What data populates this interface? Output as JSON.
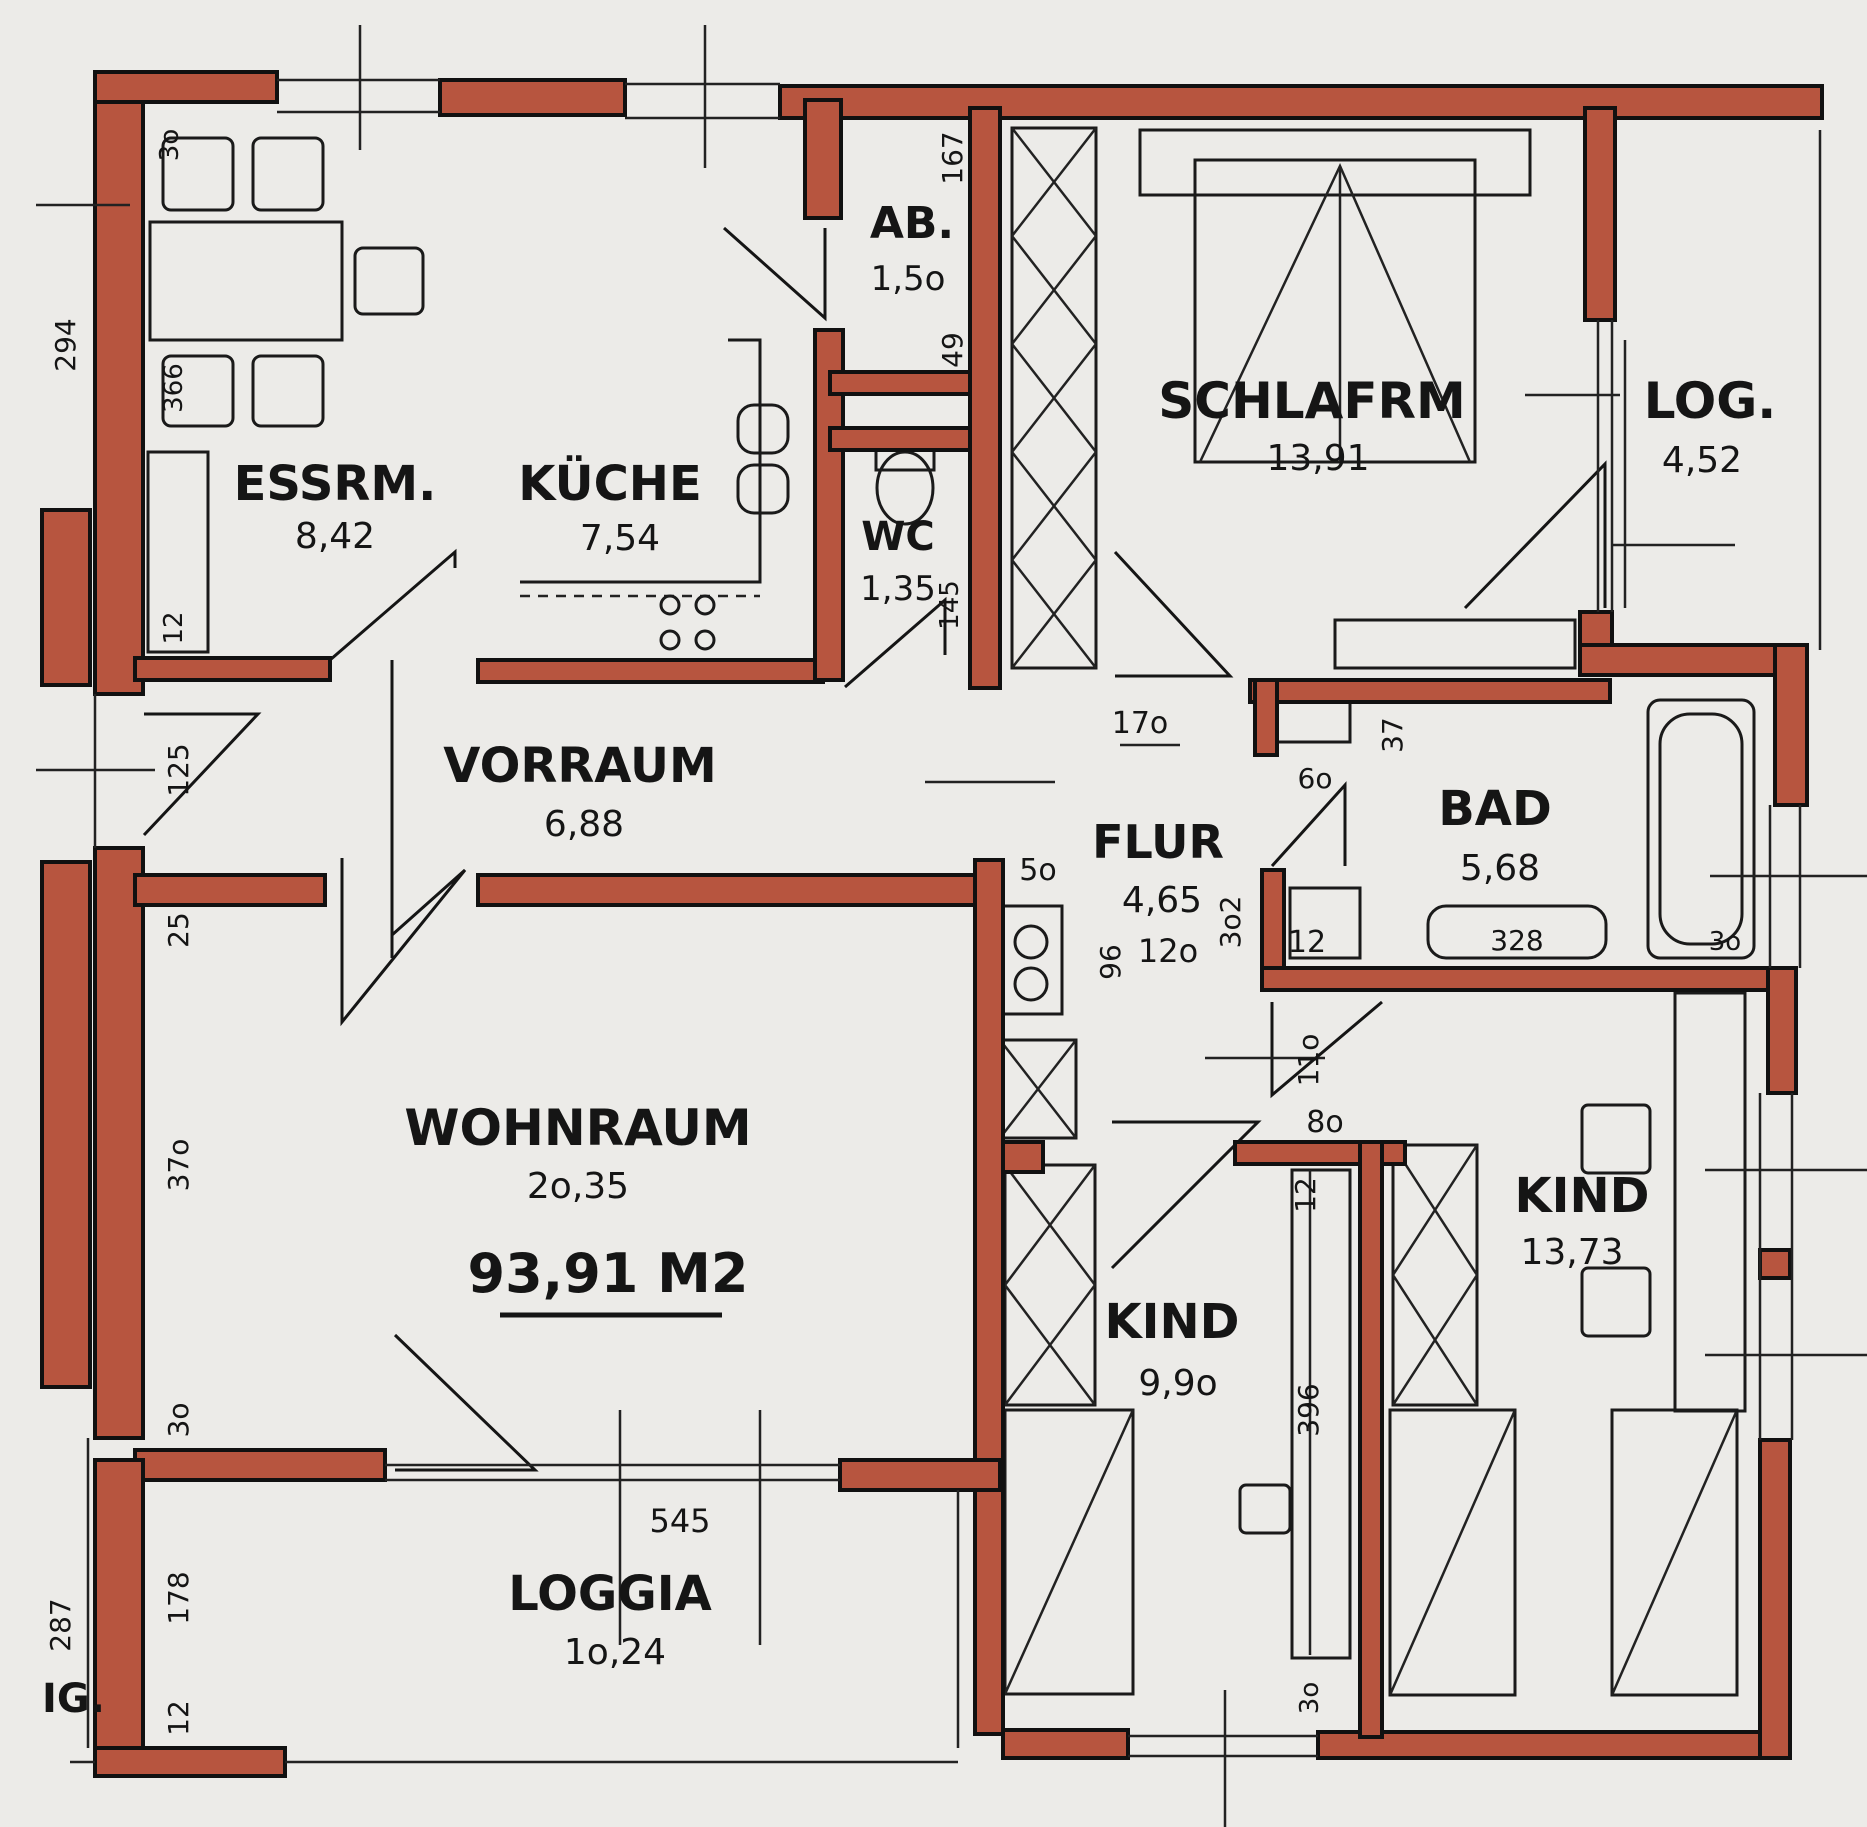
{
  "total_area": "93,91 M2",
  "rooms": {
    "essrm": {
      "name": "ESSRM.",
      "area": "8,42"
    },
    "kueche": {
      "name": "KÜCHE",
      "area": "7,54"
    },
    "ab": {
      "name": "AB.",
      "area": "1,5o"
    },
    "wc": {
      "name": "WC",
      "area": "1,35"
    },
    "schlafrm": {
      "name": "SCHLAFRM",
      "area": "13,91"
    },
    "log": {
      "name": "LOG.",
      "area": "4,52"
    },
    "vorraum": {
      "name": "VORRAUM",
      "area": "6,88"
    },
    "flur": {
      "name": "FLUR",
      "area": "4,65"
    },
    "bad": {
      "name": "BAD",
      "area": "5,68"
    },
    "wohnraum": {
      "name": "WOHNRAUM",
      "area": "2o,35"
    },
    "kind_small": {
      "name": "KIND",
      "area": "9,9o"
    },
    "kind_large": {
      "name": "KIND",
      "area": "13,73"
    },
    "loggia": {
      "name": "LOGGIA",
      "area": "1o,24"
    }
  },
  "dimensions": {
    "d294": "294",
    "d3o_top": "3o",
    "d366": "366",
    "d12_essrm": "12",
    "d125": "125",
    "d25": "25",
    "d37o": "37o",
    "d3o_wohn": "3o",
    "d287": "287",
    "d178": "178",
    "d12_loggia": "12",
    "d167": "167",
    "d49": "49",
    "d145": "145",
    "d17o": "17o",
    "d37": "37",
    "d6o": "6o",
    "d5o": "5o",
    "d96": "96",
    "d12o": "12o",
    "d3o2": "3o2",
    "d12_bad": "12",
    "d328": "328",
    "d3o_bad": "3o",
    "d11o": "11o",
    "d8o": "8o",
    "d12_kind": "12",
    "d396": "396",
    "d3o_kind": "3o",
    "d545": "545"
  },
  "edge_text": "IG."
}
